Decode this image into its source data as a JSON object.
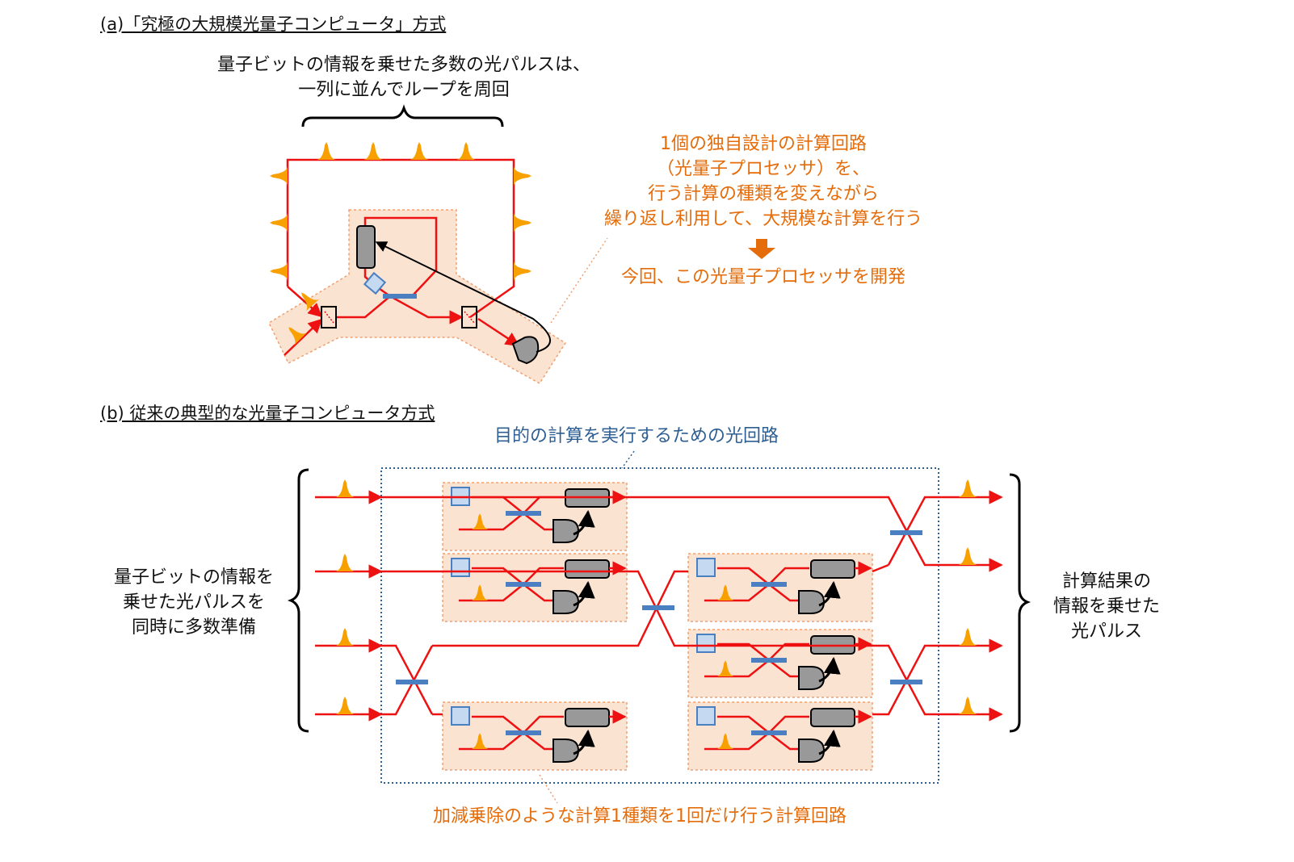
{
  "section_a": {
    "title": "(a)「究極の大規模光量子コンピュータ」方式"
  },
  "section_b": {
    "title": "(b) 従来の典型的な光量子コンピュータ方式"
  },
  "a_pulse_note": [
    "量子ビットの情報を乗せた多数の光パルスは、",
    "一列に並んでループを周回"
  ],
  "a_processor_note": [
    "1個の独自設計の計算回路",
    "（光量子プロセッサ）を、",
    "行う計算の種類を変えながら",
    "繰り返し利用して、大規模な計算を行う"
  ],
  "a_result": "今回、この光量子プロセッサを開発",
  "b_circuit_label": "目的の計算を実行するための光回路",
  "b_left_note": [
    "量子ビットの情報を",
    "乗せた光パルスを",
    "同時に多数準備"
  ],
  "b_right_note": [
    "計算結果の",
    "情報を乗せた",
    "光パルス"
  ],
  "b_bottom_label": "加減乗除のような計算1種類を1回だけ行う計算回路",
  "colors": {
    "beam": "#ee1111",
    "pulse": "#f7a000",
    "highlight": "#fbe3d2",
    "highlight_border": "#f0a070",
    "splitter": "#4a7fc1",
    "modulator": "#c5d9f1",
    "detector": "#999999",
    "accent": "#e46c0a",
    "label_blue": "#2e5f92"
  }
}
